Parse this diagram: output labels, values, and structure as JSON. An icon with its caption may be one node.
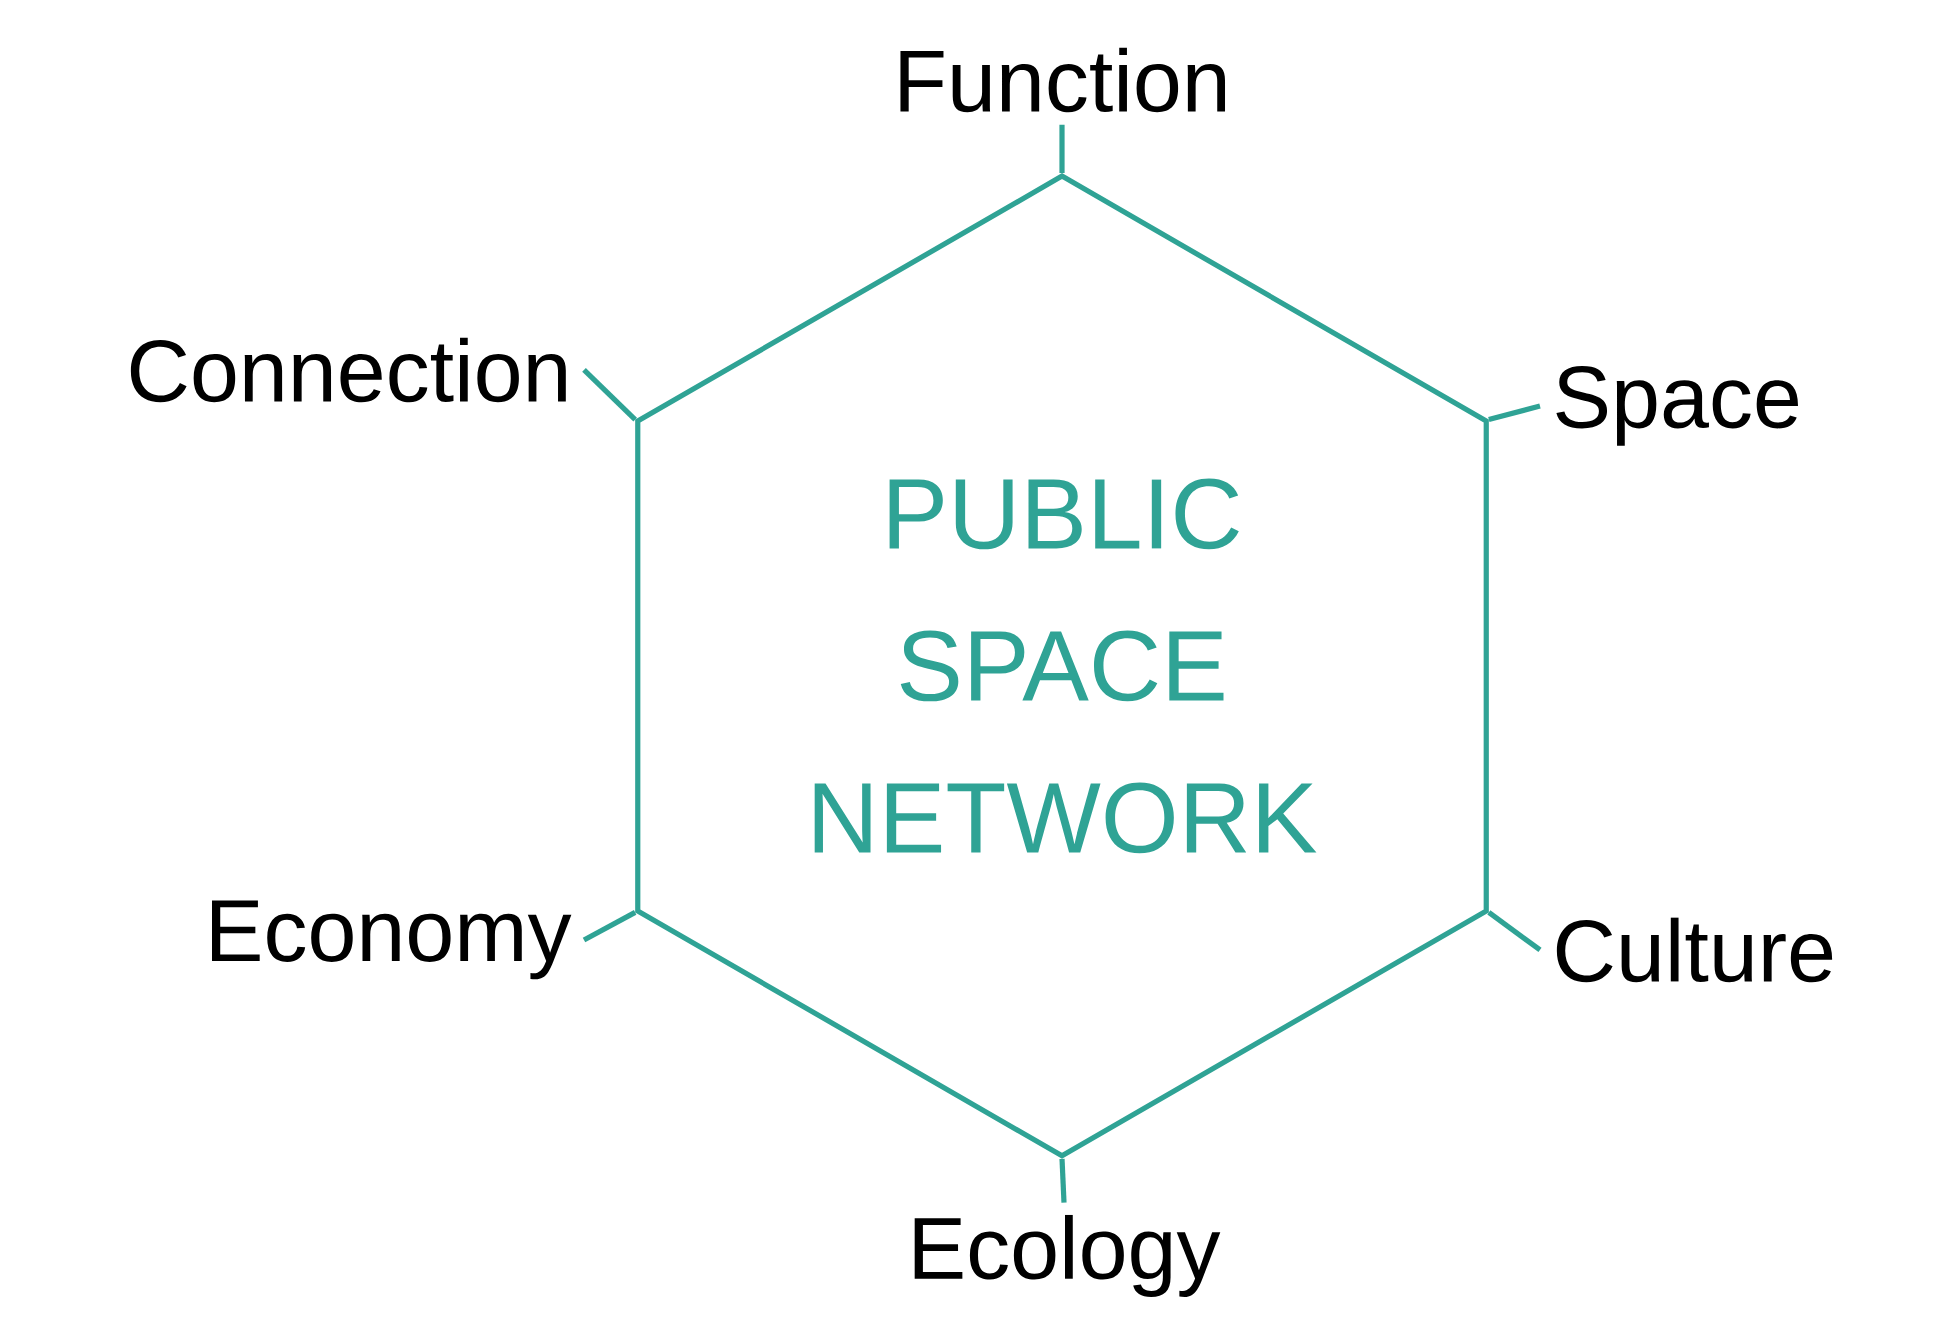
{
  "diagram": {
    "nodes": [
      {
        "text": [
          "PUBLIC SPACE NETWORK"
        ]
      },
      {
        "text": [
          "Function"
        ]
      },
      {
        "text": [
          "Connection"
        ]
      },
      {
        "text": [
          "Space"
        ]
      },
      {
        "text": [
          "Economy"
        ]
      },
      {
        "text": [
          "Culture"
        ]
      },
      {
        "text": [
          "Ecology"
        ]
      }
    ],
    "edges": [
      {
        "from": 0,
        "to": 1,
        "arrow": "none"
      },
      {
        "from": 0,
        "to": 2,
        "arrow": "none"
      },
      {
        "from": 0,
        "to": 3,
        "arrow": "none"
      },
      {
        "from": 0,
        "to": 4,
        "arrow": "none"
      },
      {
        "from": 0,
        "to": 5,
        "arrow": "none"
      },
      {
        "from": 0,
        "to": 6,
        "arrow": "none"
      }
    ]
  }
}
